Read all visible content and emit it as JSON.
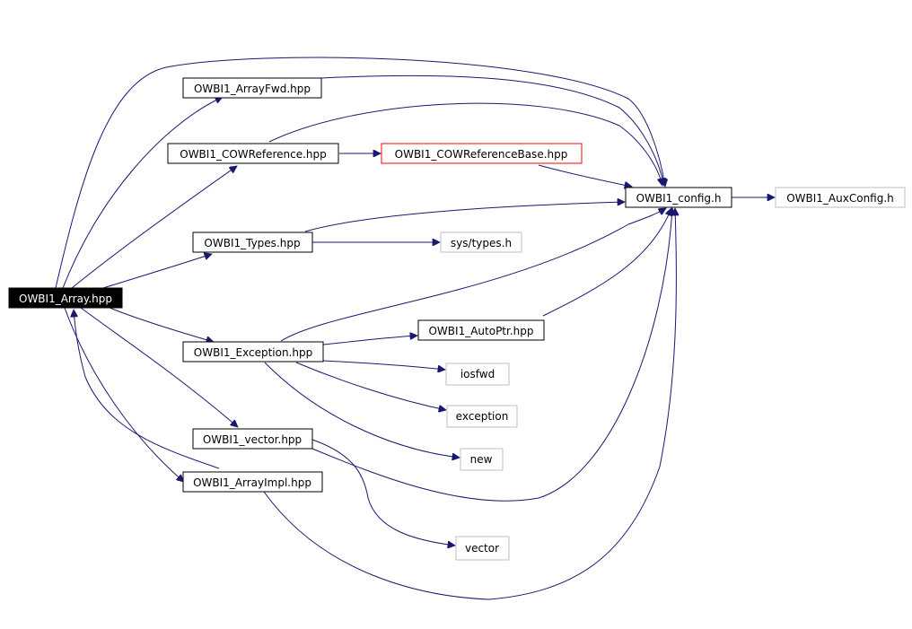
{
  "colors": {
    "edge": "#191970",
    "node_border": "#000000",
    "external_border": "#bfbfbf",
    "highlight_border": "#ff0000",
    "root_fill": "#000000",
    "root_text": "#ffffff"
  },
  "nodes": {
    "array": "OWBI1_Array.hpp",
    "arrayfwd": "OWBI1_ArrayFwd.hpp",
    "cowref": "OWBI1_COWReference.hpp",
    "cowrefbase": "OWBI1_COWReferenceBase.hpp",
    "config": "OWBI1_config.h",
    "auxconfig": "OWBI1_AuxConfig.h",
    "types": "OWBI1_Types.hpp",
    "systypes": "sys/types.h",
    "exception": "OWBI1_Exception.hpp",
    "autoptr": "OWBI1_AutoPtr.hpp",
    "iosfwd": "iosfwd",
    "std_exception": "exception",
    "std_new": "new",
    "vector_hpp": "OWBI1_vector.hpp",
    "arrayimpl": "OWBI1_ArrayImpl.hpp",
    "std_vector": "vector"
  }
}
